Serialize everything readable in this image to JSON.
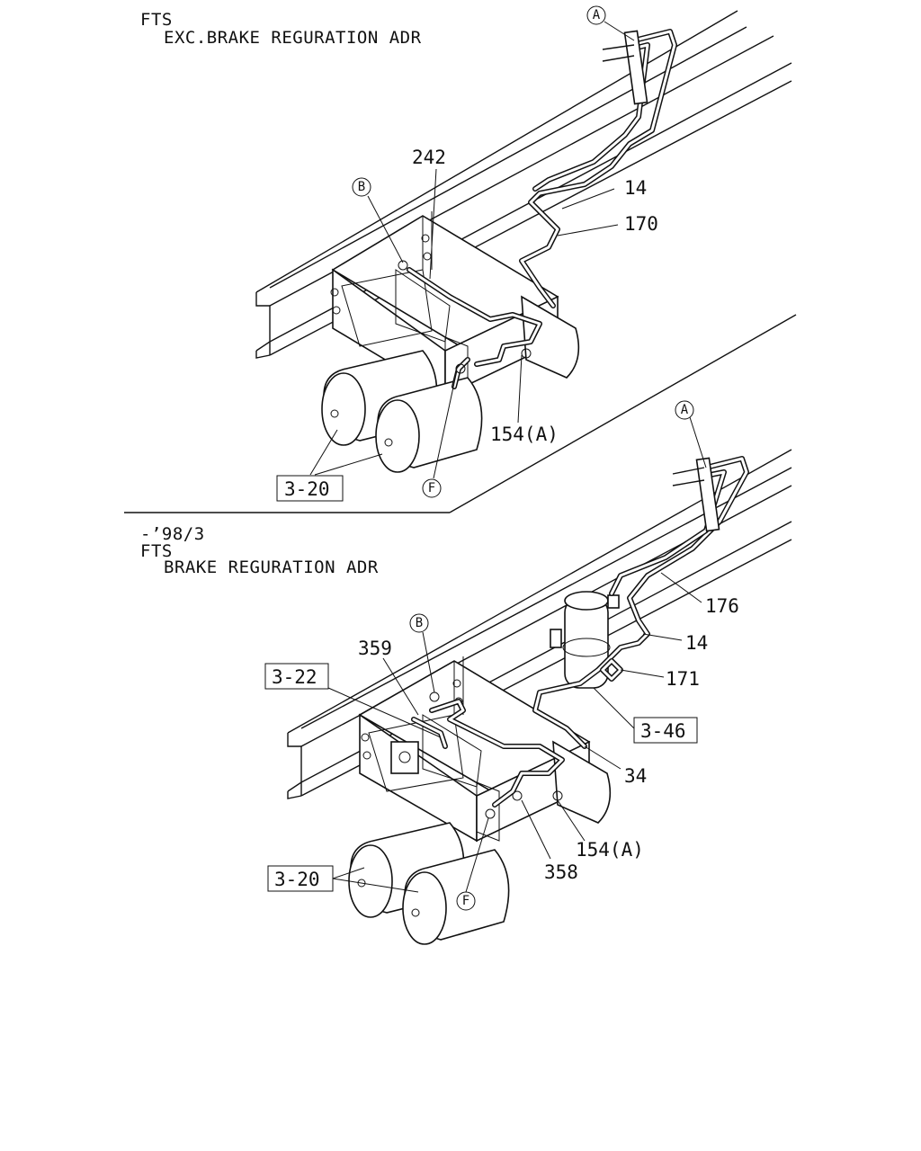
{
  "top": {
    "header_line1": "FTS",
    "header_line2": "EXC.BRAKE REGURATION ADR",
    "labels": {
      "p242": "242",
      "p14": "14",
      "p170": "170",
      "p154a": "154(A)",
      "ref320": "3-20"
    },
    "callouts": {
      "a": "A",
      "b": "B",
      "f": "F"
    }
  },
  "bottom": {
    "header_line1": "-’98/3",
    "header_line2": "FTS",
    "header_line3": "BRAKE REGURATION ADR",
    "labels": {
      "p176": "176",
      "p14": "14",
      "p171": "171",
      "p359": "359",
      "p34": "34",
      "p154a": "154(A)",
      "p358": "358",
      "ref322": "3-22",
      "ref346": "3-46",
      "ref320": "3-20"
    },
    "callouts": {
      "a": "A",
      "b": "B",
      "f": "F"
    }
  }
}
